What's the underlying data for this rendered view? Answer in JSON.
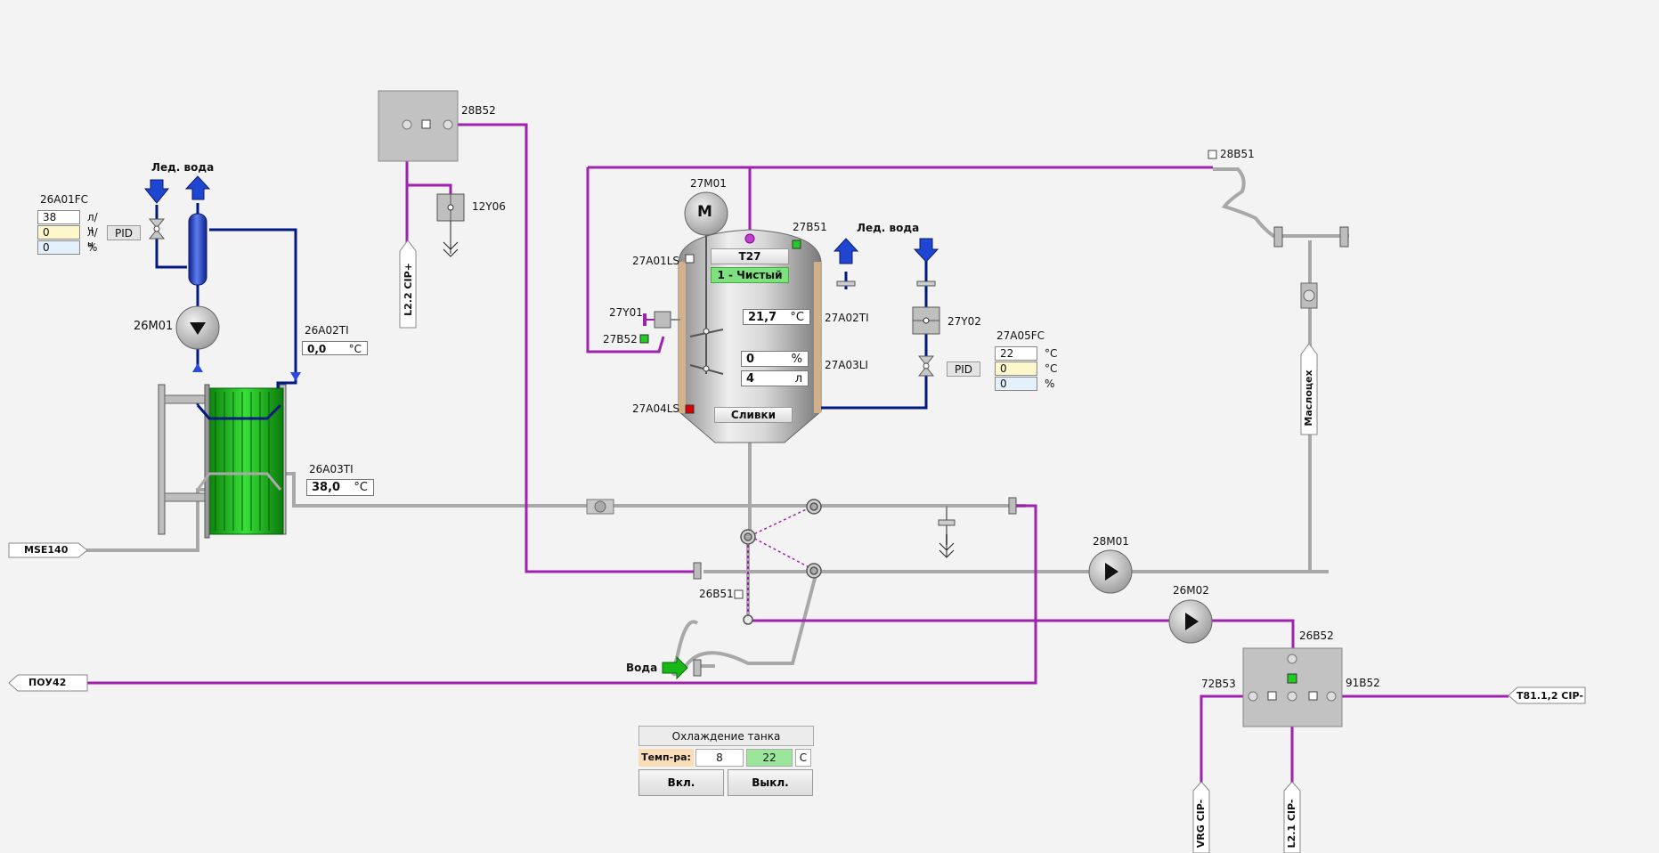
{
  "ice_water_left": "Лед. вода",
  "ice_water_right": "Лед. вода",
  "fc26": {
    "tag": "26A01FC",
    "values": [
      "38",
      "0",
      "0"
    ],
    "units": [
      "л/ч",
      "л/ч",
      "%"
    ]
  },
  "fc27": {
    "tag": "27A05FC",
    "values": [
      "22",
      "0",
      "0"
    ],
    "units": [
      "°C",
      "°C",
      "%"
    ]
  },
  "pid_label": "PID",
  "tags": {
    "m26": "26M01",
    "t26a02": "26A02TI",
    "t26a03": "26A03TI",
    "b28b52": "28B52",
    "y12": "12Y06",
    "m27": "27M01",
    "b27b51": "27B51",
    "ls01": "27A01LS",
    "y01": "27Y01",
    "b27b52": "27B52",
    "ti02": "27A02TI",
    "li03": "27A03LI",
    "ls04": "27A04LS",
    "y02": "27Y02",
    "b28b51": "28B51",
    "m28": "28M01",
    "m2602": "26M02",
    "b26b51": "26B51",
    "b26b52": "26B52",
    "b72": "72B53",
    "b91": "91B52"
  },
  "temp_26a02": {
    "value": "0,0",
    "unit": "°C"
  },
  "temp_26a03": {
    "value": "38,0",
    "unit": "°C"
  },
  "tank": {
    "name": "T27",
    "status": "1 - Чистый",
    "temp": "21,7",
    "temp_unit": "°C",
    "level_pct": "0",
    "level_pct_unit": "%",
    "level_l": "4",
    "level_l_unit": "л",
    "product": "Сливки",
    "motor": "M"
  },
  "flags": {
    "mse": "MSE140",
    "pou": "ПОУ42",
    "cip_plus": "L2.2 CIP+",
    "maslo": "Маслоцех",
    "t81": "T81.1,2 CIP-",
    "vrg": "VRG CIP-",
    "l21": "L2.1 CIP-",
    "voda": "Вода"
  },
  "cooling": {
    "title": "Охлаждение танка",
    "temp_label": "Темп-ра:",
    "setpoint": "8",
    "actual": "22",
    "unit": "C",
    "on": "Вкл.",
    "off": "Выкл."
  },
  "colors": {
    "cip": "#a020b0",
    "process": "#aaaaaa",
    "cooling": "#001a80",
    "ok": "#22cc22",
    "alarm": "#dd0000"
  }
}
